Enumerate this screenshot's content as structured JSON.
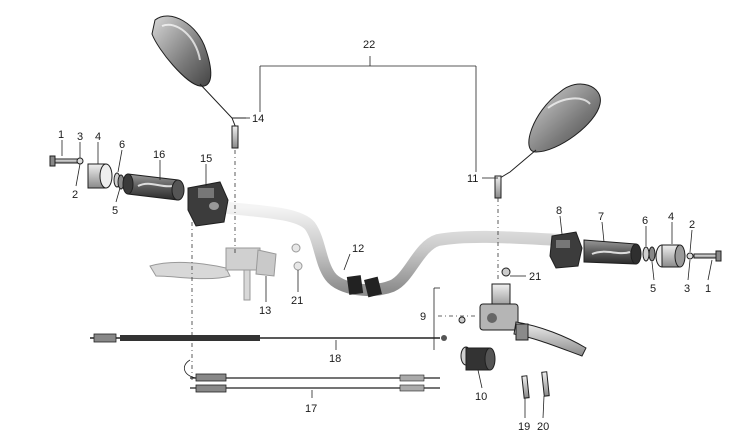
{
  "callouts": [
    {
      "id": "c1",
      "label": "1"
    },
    {
      "id": "c3",
      "label": "3"
    },
    {
      "id": "c4",
      "label": "4"
    },
    {
      "id": "c2",
      "label": "2"
    },
    {
      "id": "c6",
      "label": "6"
    },
    {
      "id": "c5",
      "label": "5"
    },
    {
      "id": "c16",
      "label": "16"
    },
    {
      "id": "c15",
      "label": "15"
    },
    {
      "id": "c14",
      "label": "14"
    },
    {
      "id": "c22",
      "label": "22"
    },
    {
      "id": "c11",
      "label": "11"
    },
    {
      "id": "c12",
      "label": "12"
    },
    {
      "id": "c13",
      "label": "13"
    },
    {
      "id": "c21a",
      "label": "21"
    },
    {
      "id": "c8",
      "label": "8"
    },
    {
      "id": "c7",
      "label": "7"
    },
    {
      "id": "c6r",
      "label": "6"
    },
    {
      "id": "c4r",
      "label": "4"
    },
    {
      "id": "c2r",
      "label": "2"
    },
    {
      "id": "c5r",
      "label": "5"
    },
    {
      "id": "c3r",
      "label": "3"
    },
    {
      "id": "c1r",
      "label": "1"
    },
    {
      "id": "c21b",
      "label": "21"
    },
    {
      "id": "c9",
      "label": "9"
    },
    {
      "id": "c18",
      "label": "18"
    },
    {
      "id": "c17",
      "label": "17"
    },
    {
      "id": "c10",
      "label": "10"
    },
    {
      "id": "c19",
      "label": "19"
    },
    {
      "id": "c20",
      "label": "20"
    }
  ]
}
